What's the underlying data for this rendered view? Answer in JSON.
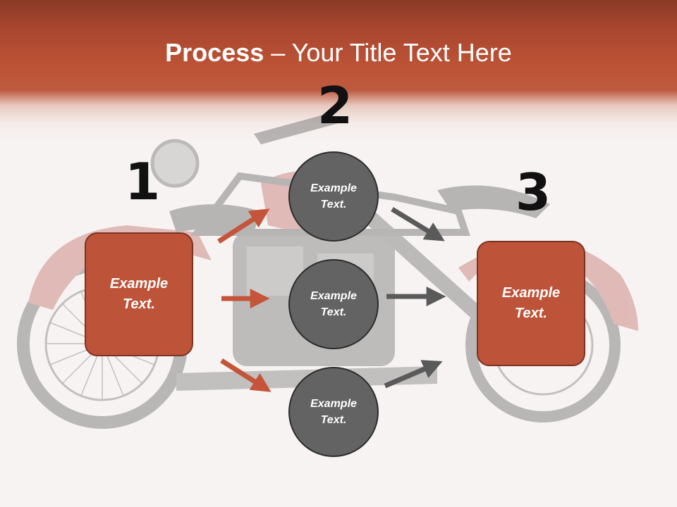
{
  "title": {
    "bold": "Process",
    "rest": " – Your Title Text Here"
  },
  "steps": {
    "one": {
      "number": "1",
      "text": "Example Text."
    },
    "two": {
      "number": "2",
      "items": [
        {
          "text": "Example Text."
        },
        {
          "text": "Example Text."
        },
        {
          "text": "Example Text."
        }
      ]
    },
    "three": {
      "number": "3",
      "text": "Example Text."
    }
  },
  "colors": {
    "header": "#be5a3f",
    "box_fill": "#bd5338",
    "circle_fill": "#636363",
    "left_arrow": "#c4553a",
    "right_arrow": "#5a5a5a"
  }
}
